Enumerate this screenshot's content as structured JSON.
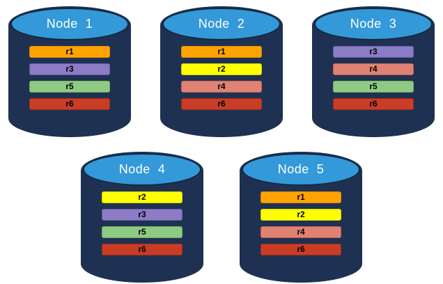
{
  "colors": {
    "background": "#FFFFFF",
    "cylinder_body": "#1F3152",
    "cylinder_top": "#3399D8",
    "cylinder_top_border": "#16273F",
    "title_text": "#FFFFFF",
    "bar_text": "#000000"
  },
  "replica_colors": {
    "r1": {
      "fill": "#FFA302",
      "border": "#DD8A00"
    },
    "r2": {
      "fill": "#FFFF02",
      "border": "#D3D300"
    },
    "r3": {
      "fill": "#8B7CC5",
      "border": "#6C5BAA"
    },
    "r4": {
      "fill": "#E08273",
      "border": "#C2604F"
    },
    "r5": {
      "fill": "#8FCA82",
      "border": "#6FAC60"
    },
    "r6": {
      "fill": "#C93C26",
      "border": "#A02D17"
    }
  },
  "nodes": [
    {
      "label": "Node  1",
      "replicas": [
        "r1",
        "r3",
        "r5",
        "r6"
      ]
    },
    {
      "label": "Node  2",
      "replicas": [
        "r1",
        "r2",
        "r4",
        "r6"
      ]
    },
    {
      "label": "Node  3",
      "replicas": [
        "r3",
        "r4",
        "r5",
        "r6"
      ]
    },
    {
      "label": "Node  4",
      "replicas": [
        "r2",
        "r3",
        "r5",
        "r6"
      ]
    },
    {
      "label": "Node  5",
      "replicas": [
        "r1",
        "r2",
        "r4",
        "r6"
      ]
    }
  ]
}
